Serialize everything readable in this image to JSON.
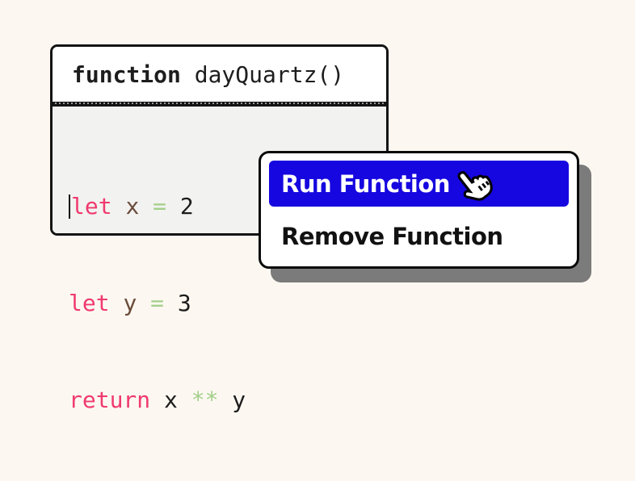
{
  "colors": {
    "page-bg": "#fcf8f1",
    "border": "#141414",
    "ink": "#1d1d1d",
    "code-bg": "#f2f2f0",
    "pink": "#f03a6f",
    "brown": "#6b4c3b",
    "green": "#a3cf8a",
    "blue": "#1606df",
    "shadow": "#7b7b7b"
  },
  "card": {
    "header": {
      "keyword": "function",
      "name": " dayQuartz()"
    },
    "code": {
      "lines": [
        {
          "tokens": [
            {
              "type": "keyword",
              "text": "let"
            },
            {
              "type": "plain",
              "text": " "
            },
            {
              "type": "def",
              "text": "x"
            },
            {
              "type": "plain",
              "text": " "
            },
            {
              "type": "op",
              "text": "="
            },
            {
              "type": "plain",
              "text": " 2"
            }
          ]
        },
        {
          "tokens": [
            {
              "type": "keyword",
              "text": "let"
            },
            {
              "type": "plain",
              "text": " "
            },
            {
              "type": "def",
              "text": "y"
            },
            {
              "type": "plain",
              "text": " "
            },
            {
              "type": "op",
              "text": "="
            },
            {
              "type": "plain",
              "text": " 3"
            }
          ]
        },
        {
          "tokens": [
            {
              "type": "keyword",
              "text": "return"
            },
            {
              "type": "plain",
              "text": " x "
            },
            {
              "type": "op",
              "text": "**"
            },
            {
              "type": "plain",
              "text": " y"
            }
          ]
        }
      ]
    }
  },
  "menu": {
    "items": [
      {
        "label": "Run Function",
        "active": true
      },
      {
        "label": "Remove Function",
        "active": false
      }
    ]
  },
  "cursor": {
    "icon": "hand-pointer-cursor"
  }
}
